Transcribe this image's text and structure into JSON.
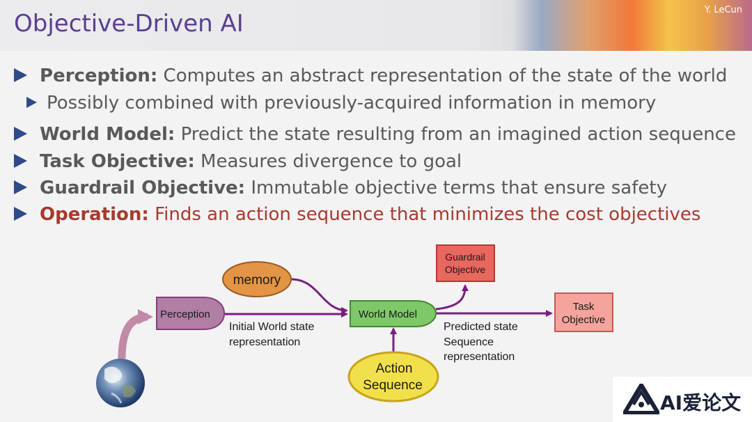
{
  "header": {
    "title": "Objective-Driven AI",
    "author": "Y. LeCun"
  },
  "bullets": [
    {
      "key": "Perception:",
      "text": " Computes an abstract representation of the state of the world"
    },
    {
      "text": "Possibly combined with previously-acquired information in memory"
    },
    {
      "key": "World Model:",
      "text": " Predict the state resulting from an imagined action sequence"
    },
    {
      "key": "Task Objective:",
      "text": " Measures divergence to goal"
    },
    {
      "key": "Guardrail Objective:",
      "text": " Immutable objective terms that ensure safety"
    },
    {
      "key": "Operation:",
      "text": " Finds an action sequence that minimizes the cost objectives"
    }
  ],
  "diagram": {
    "perception": "Perception",
    "memory": "memory",
    "world_model": "World Model",
    "action_seq_1": "Action",
    "action_seq_2": "Sequence",
    "guardrail_1": "Guardrail",
    "guardrail_2": "Objective",
    "task_1": "Task",
    "task_2": "Objective",
    "initial_1": "Initial World state",
    "initial_2": "representation",
    "predicted_1": "Predicted state",
    "predicted_2": "Sequence",
    "predicted_3": "representation"
  },
  "watermark": {
    "text": "AI爱论文"
  },
  "colors": {
    "title": "#5a3e91",
    "bullet": "#2e4a8a",
    "operation": "#a83a2e",
    "arrow": "#7a1e82"
  }
}
